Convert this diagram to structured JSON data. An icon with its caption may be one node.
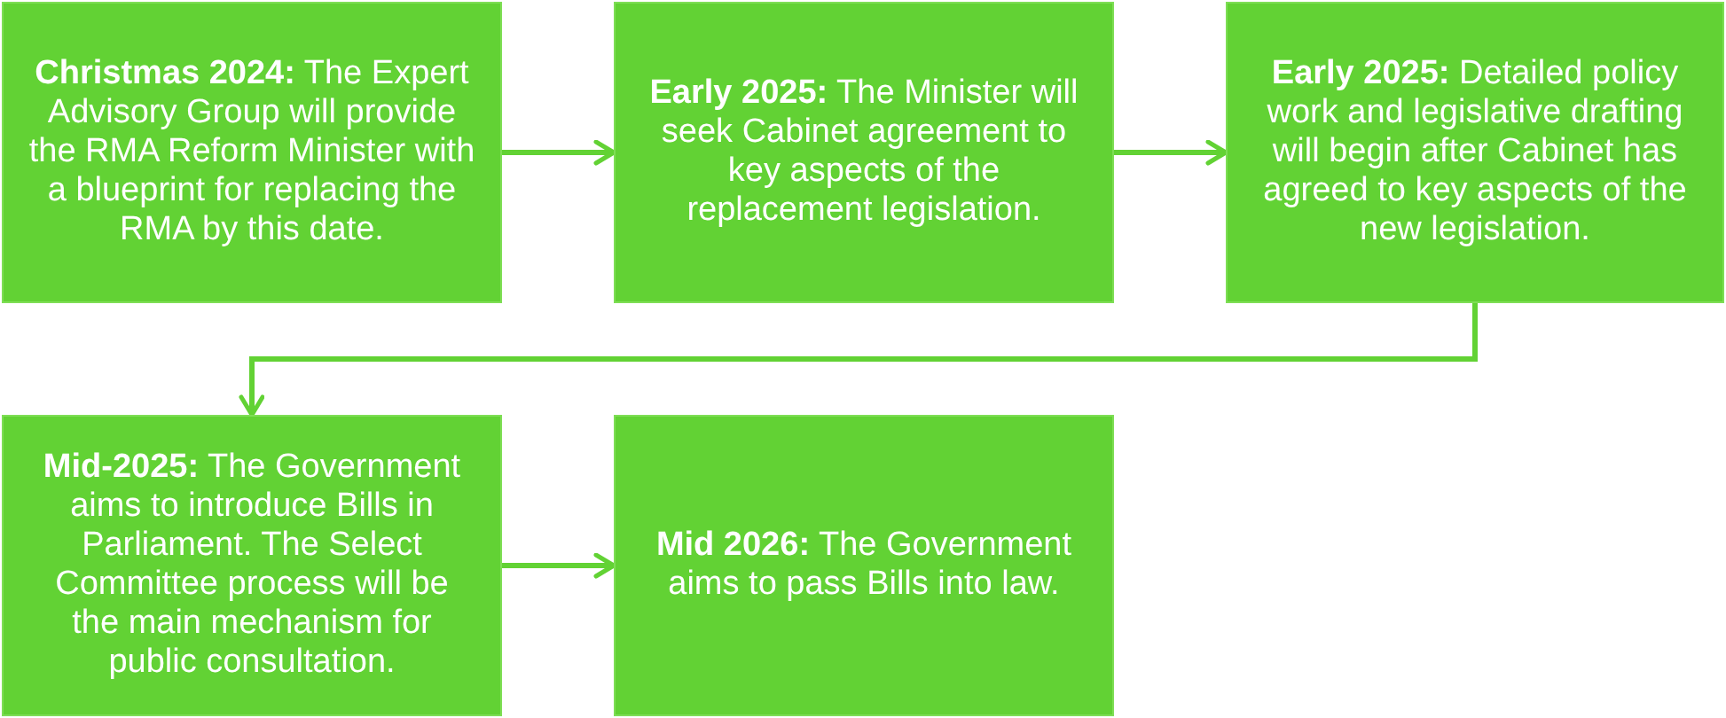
{
  "diagram": {
    "nodes": [
      {
        "text": [
          "**Christmas 2024:** The Expert Advisory Group will provide the RMA Reform Minister with a blueprint for replacing the RMA by this date."
        ]
      },
      {
        "text": [
          "**Early 2025:** The Minister will seek Cabinet agreement to key aspects of the replacement legislation."
        ]
      },
      {
        "text": [
          "**Early 2025:** Detailed policy work and legislative drafting will begin after Cabinet has agreed to key aspects of the new legislation."
        ]
      },
      {
        "text": [
          "**Mid-2025:** The Government aims to introduce Bills in Parliament. The Select Committee process will be the main mechanism for public consultation."
        ]
      },
      {
        "text": [
          "**Mid 2026:** The Government aims to pass Bills into law."
        ]
      }
    ],
    "edges": [
      {
        "from": 0,
        "to": 1,
        "arrow": "to"
      },
      {
        "from": 1,
        "to": 2,
        "arrow": "to"
      },
      {
        "from": 2,
        "to": 3,
        "arrow": "to"
      },
      {
        "from": 3,
        "to": 4,
        "arrow": "to"
      }
    ]
  }
}
